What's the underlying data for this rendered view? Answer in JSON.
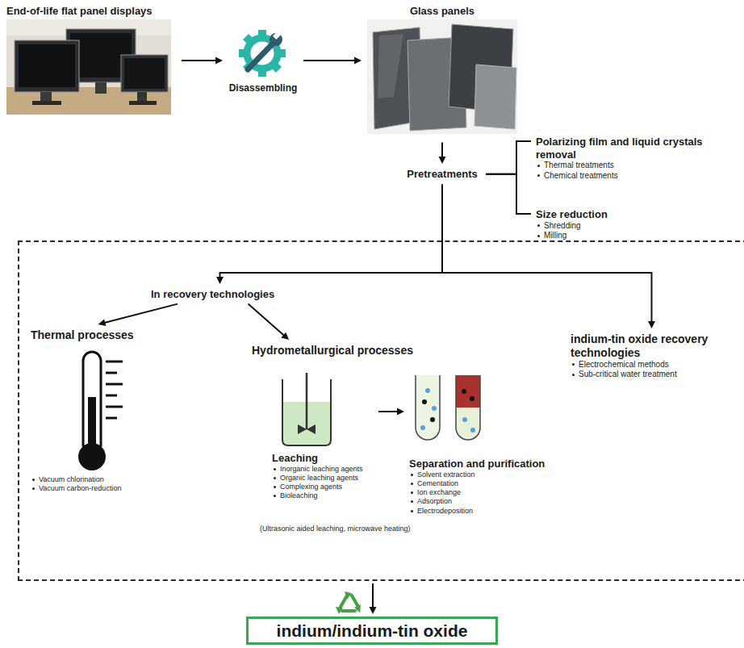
{
  "diagram": {
    "nodes": [
      {
        "text": [
          "End-of-life flat panel displays"
        ]
      },
      {
        "text": [
          "Disassembling"
        ]
      },
      {
        "text": [
          "Glass panels"
        ]
      },
      {
        "text": [
          "Pretreatments"
        ]
      },
      {
        "text": [
          "Polarizing film and liquid crystals removal",
          "Thermal treatments",
          "Chemical treatments"
        ]
      },
      {
        "text": [
          "Size reduction",
          "Shredding",
          "Milling"
        ]
      },
      {
        "text": []
      },
      {
        "text": [
          "In recovery technologies"
        ],
        "in": 6
      },
      {
        "text": [
          "indium-tin oxide recovery technologies",
          "Electrochemical methods",
          "Sub-critical water treatment"
        ],
        "in": 6
      },
      {
        "text": [
          "Thermal processes",
          "Vacuum chlorination",
          "Vacuum carbon-reduction"
        ],
        "in": 6
      },
      {
        "text": [
          "Hydrometallurgical processes"
        ],
        "in": 6
      },
      {
        "text": [
          "Leaching",
          "Inorganic leaching agents",
          "Organic leaching agents",
          "Complexing agents",
          "Bioleaching"
        ],
        "in": 6
      },
      {
        "text": [
          "Separation and purification",
          "Solvent extraction",
          "Cementation",
          "Ion exchange",
          "Adsorption",
          "Electrodeposition"
        ],
        "in": 6
      },
      {
        "text": [
          "indium/indium-tin oxide"
        ]
      }
    ],
    "edges": [
      {
        "from": 0,
        "to": 1,
        "arrow": "to"
      },
      {
        "from": 1,
        "to": 2,
        "arrow": "to"
      },
      {
        "from": 2,
        "to": 3,
        "arrow": "to"
      },
      {
        "from": 3,
        "to": 4,
        "arrow": "none"
      },
      {
        "from": 3,
        "to": 5,
        "arrow": "none"
      },
      {
        "from": 3,
        "to": 7,
        "arrow": "to"
      },
      {
        "from": 3,
        "to": 8,
        "arrow": "to"
      },
      {
        "from": 7,
        "to": 9,
        "arrow": "to"
      },
      {
        "from": 7,
        "to": 10,
        "arrow": "to"
      },
      {
        "from": 11,
        "to": 12,
        "arrow": "to"
      },
      {
        "from": 6,
        "to": 13,
        "arrow": "to"
      }
    ],
    "labels": [
      "(Ultrasonic aided leaching, microwave heating)"
    ]
  }
}
